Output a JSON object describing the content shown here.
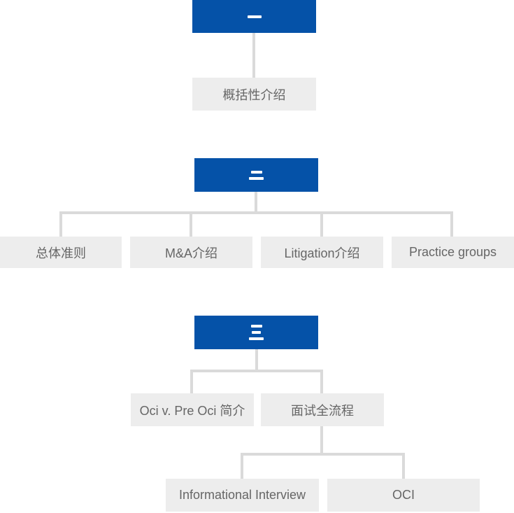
{
  "palette": {
    "header_bg": "#0552A8",
    "header_glyph": "#FFFFFF",
    "node_bg": "#EDEDED",
    "node_text": "#666666",
    "connector": "#DADADA",
    "background": "#FFFFFF"
  },
  "diagram": {
    "type": "org-chart",
    "sections": [
      {
        "header": {
          "label": "一",
          "bars": 1
        },
        "children": [
          {
            "label": "概括性介绍"
          }
        ]
      },
      {
        "header": {
          "label": "二",
          "bars": 2
        },
        "children": [
          {
            "label": "总体准则"
          },
          {
            "label": "M&A介绍"
          },
          {
            "label": "Litigation介绍"
          },
          {
            "label": "Practice groups"
          }
        ]
      },
      {
        "header": {
          "label": "三",
          "bars": 3
        },
        "children": [
          {
            "label": "Oci v. Pre Oci 简介"
          },
          {
            "label": "面试全流程",
            "children": [
              {
                "label": "Informational Interview"
              },
              {
                "label": "OCI"
              }
            ]
          }
        ]
      }
    ]
  }
}
